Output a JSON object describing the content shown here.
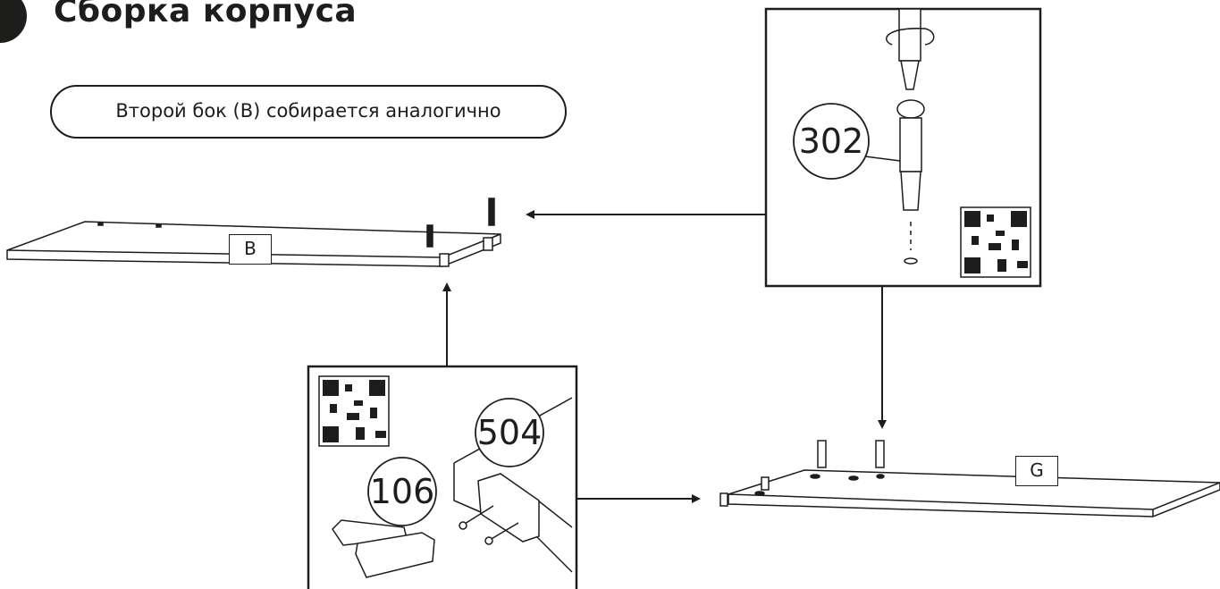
{
  "title": "Сборка корпуса",
  "note": "Второй бок (B) собирается аналогично",
  "panels": {
    "b_label": "B",
    "g_label": "G"
  },
  "parts": {
    "screw": "302",
    "bracket": "504",
    "pin": "106"
  },
  "icons": [
    "qr-code-icon",
    "arrow-icon",
    "screwdriver-icon",
    "rotation-icon",
    "screw-icon"
  ]
}
